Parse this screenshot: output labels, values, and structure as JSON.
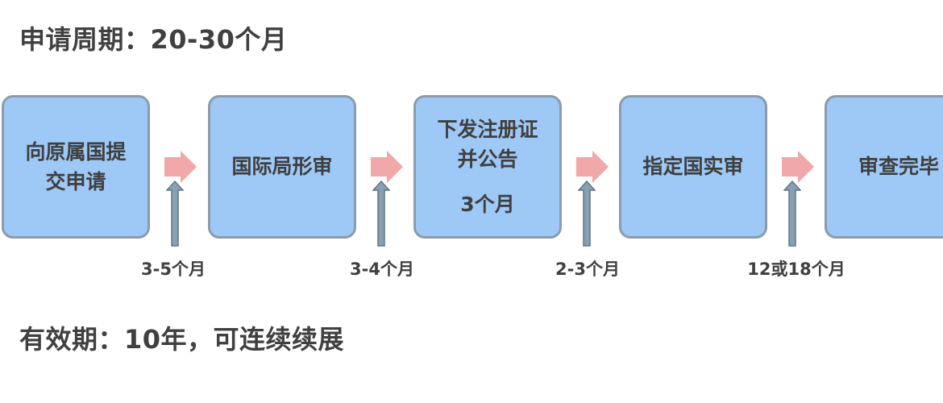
{
  "headings": {
    "cycle": "申请周期：20-30个月",
    "validity": "有效期：10年，可连续续展"
  },
  "steps": [
    {
      "lines": [
        "向原属国提",
        "交申请"
      ],
      "duration": ""
    },
    {
      "lines": [
        "国际局形审"
      ],
      "duration": ""
    },
    {
      "lines": [
        "下发注册证",
        "并公告"
      ],
      "duration": "3个月"
    },
    {
      "lines": [
        "指定国实审"
      ],
      "duration": ""
    },
    {
      "lines": [
        "审查完毕"
      ],
      "duration": ""
    }
  ],
  "intervals": [
    "3-5个月",
    "3-4个月",
    "2-3个月",
    "12或18个月"
  ],
  "colors": {
    "box_fill": "#9ec8f5",
    "box_border": "#8b9cab",
    "flow_arrow": "#f0a8a8",
    "up_arrow_fill": "#8aa0b1",
    "up_arrow_border": "#5e7688",
    "text": "#404040"
  }
}
